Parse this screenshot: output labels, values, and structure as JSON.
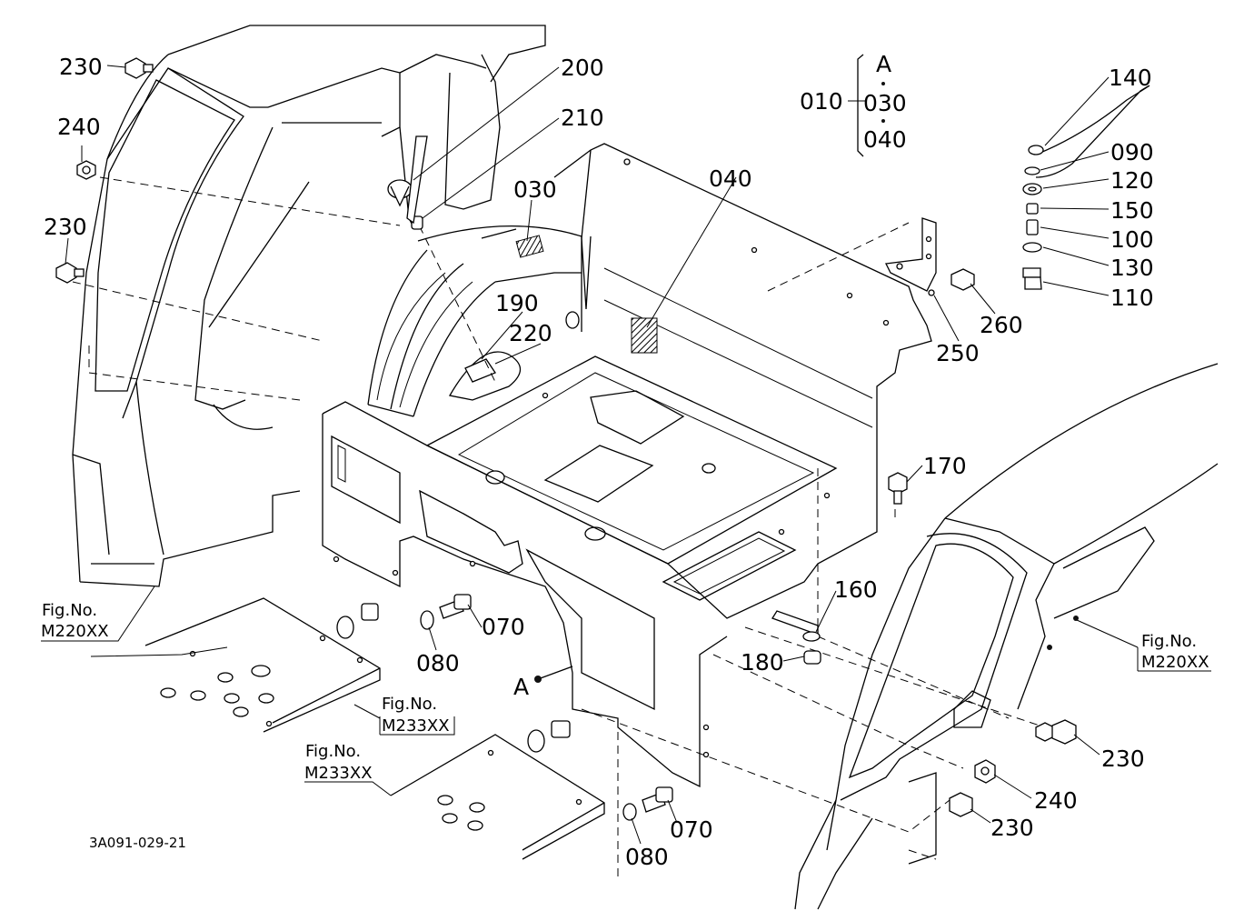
{
  "callouts": {
    "p230_tl": "230",
    "p240_tl": "240",
    "p230_ml": "230",
    "p200": "200",
    "p210": "210",
    "p030": "030",
    "p040": "040",
    "p190": "190",
    "p220": "220",
    "p140": "140",
    "p090": "090",
    "p120": "120",
    "p150": "150",
    "p100": "100",
    "p130": "130",
    "p110": "110",
    "p260": "260",
    "p250": "250",
    "p170": "170",
    "p160": "160",
    "p180": "180",
    "p070_l": "070",
    "p080_l": "080",
    "p070_b": "070",
    "p080_b": "080",
    "p230_r1": "230",
    "p240_r": "240",
    "p230_r2": "230"
  },
  "group_a": {
    "header": "A",
    "main": "010",
    "item1": "030",
    "item2": "040"
  },
  "marker_a": "A",
  "references": {
    "left_fig_label": "Fig.No.",
    "left_fig_no": "M220XX",
    "right_fig_label": "Fig.No.",
    "right_fig_no": "M220XX",
    "mid_fig_label": "Fig.No.",
    "mid_fig_no": "M233XX",
    "bottom_fig_label": "Fig.No.",
    "bottom_fig_no": "M233XX"
  },
  "drawing_code": "3A091-029-21",
  "colors": {
    "ink": "#000000",
    "paper": "#ffffff"
  }
}
